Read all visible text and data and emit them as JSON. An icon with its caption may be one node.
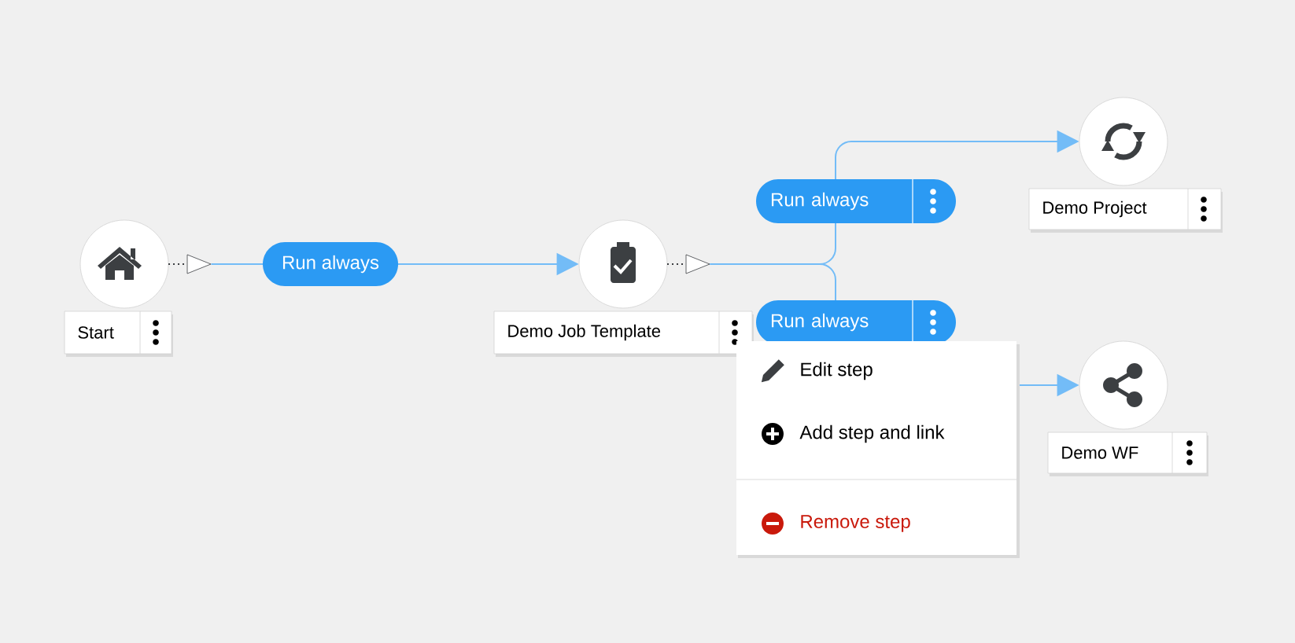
{
  "diagram": {
    "nodes": [
      {
        "text": [],
        "shape": "circle",
        "beside": [
          "Start"
        ]
      },
      {
        "text": [],
        "shape": "circle",
        "beside": [
          "Demo Job Template"
        ]
      },
      {
        "text": [],
        "shape": "circle",
        "beside": [
          "Demo Project"
        ]
      },
      {
        "text": [],
        "shape": "circle",
        "beside": [
          "Demo WF"
        ]
      }
    ],
    "edges": [
      {
        "from": 0,
        "to": 1,
        "arrow": "to",
        "label": "Run always"
      },
      {
        "from": 1,
        "to": 2,
        "arrow": "to",
        "label": "Run always"
      },
      {
        "from": 1,
        "to": 3,
        "arrow": "to",
        "label": "Run always"
      }
    ],
    "labels": [
      "Edit step",
      "Add step and link",
      "Remove step"
    ]
  }
}
